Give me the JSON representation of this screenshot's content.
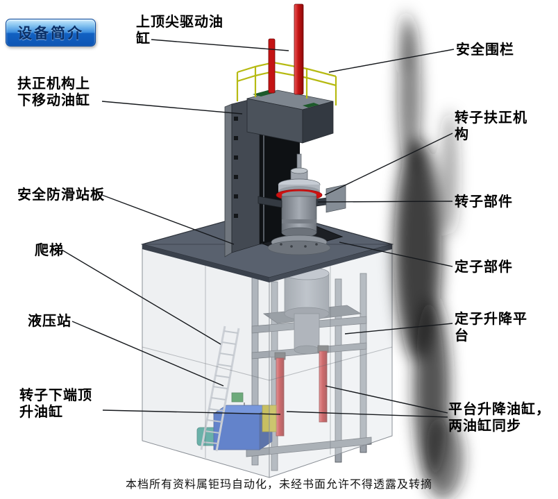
{
  "badge": {
    "label": "设备简介"
  },
  "annotations": {
    "top_drive_cylinder": "上顶尖驱动油\n缸",
    "safety_fence": "安全围栏",
    "centering_lift_cylinder": "扶正机构上\n下移动油缸",
    "rotor_centering_mechanism": "转子扶正机\n构",
    "antislip_platform": "安全防滑站板",
    "rotor_component": "转子部件",
    "ladder": "爬梯",
    "stator_component": "定子部件",
    "hydraulic_station": "液压站",
    "stator_lift_platform": "定子升降平\n台",
    "rotor_bottom_jack_cylinder": "转子下端顶\n升油缸",
    "platform_lift_cylinders": "平台升降油缸，\n两油缸同步"
  },
  "footer": {
    "text": "本档所有资料属钜玛自动化，未经书面允许不得透露及转摘"
  },
  "colors": {
    "badge_blue": "#1261c2",
    "cylinder_red": "#c41414",
    "railing_yellow": "#b6ba12",
    "hydraulic_blue": "#2050c0",
    "platform_gray": "#59616e",
    "leader_line": "#15181c"
  }
}
